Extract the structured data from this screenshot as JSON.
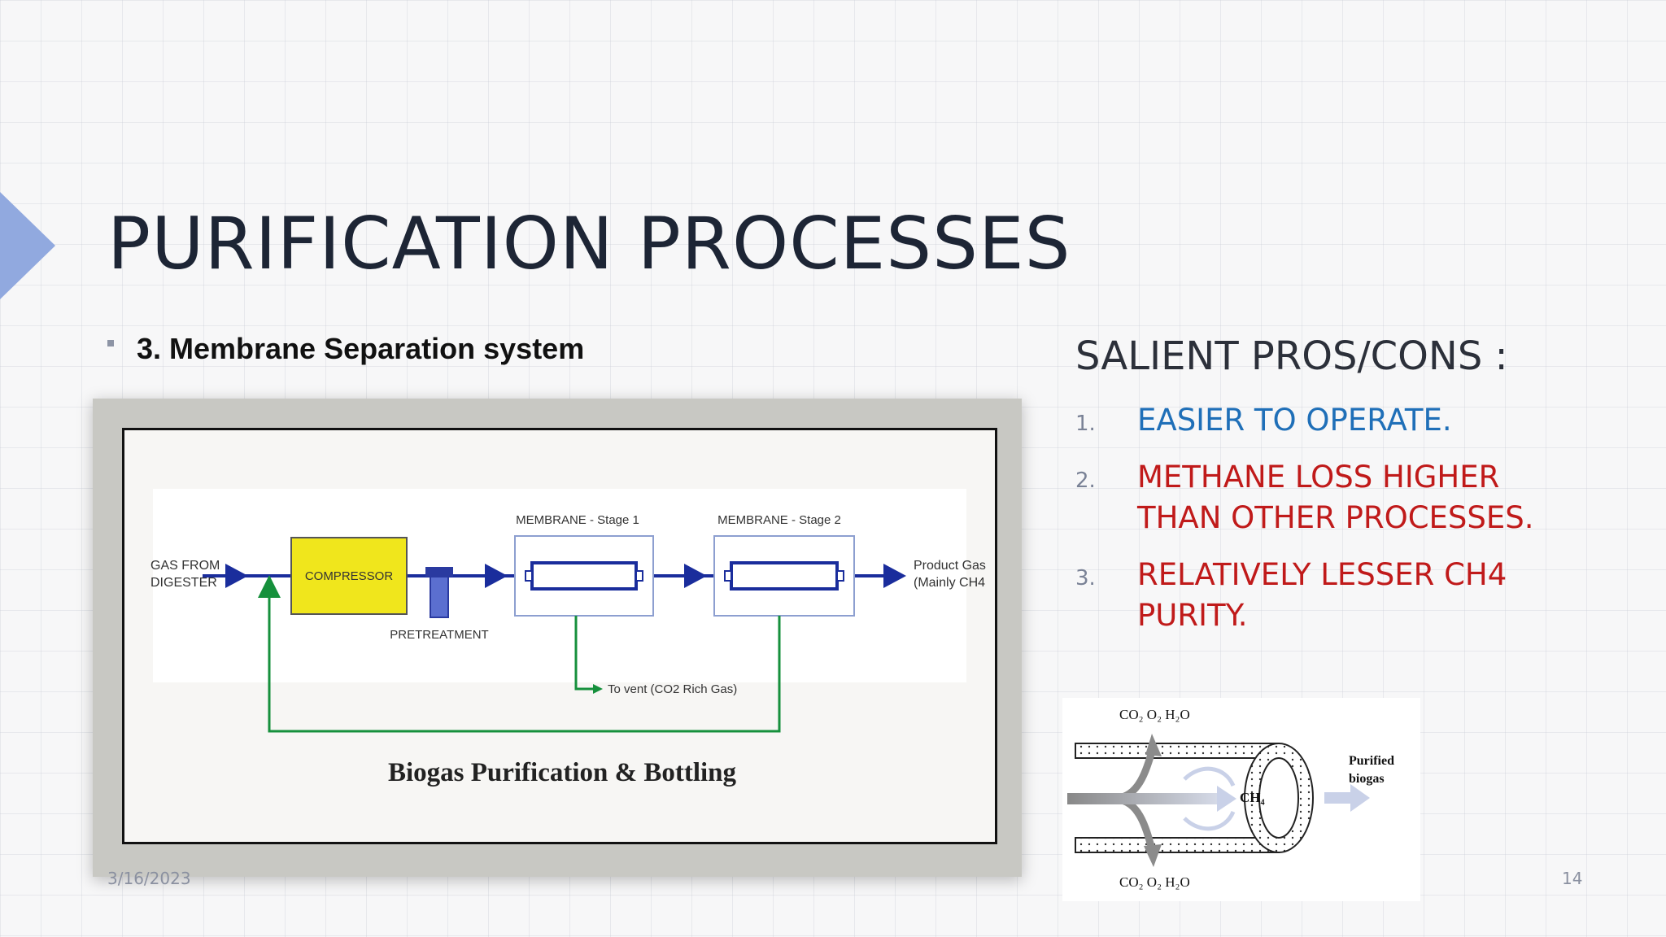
{
  "slide": {
    "title": "PURIFICATION PROCESSES",
    "bullet": "3. Membrane Separation system",
    "date": "3/16/2023",
    "page_number": "14",
    "accent_color": "#91a9df"
  },
  "process_diagram": {
    "inlet": [
      "GAS FROM",
      "DIGESTER"
    ],
    "compressor": "COMPRESSOR",
    "pretreatment": "PRETREATMENT",
    "stage1": "MEMBRANE - Stage 1",
    "stage2": "MEMBRANE - Stage 2",
    "product": [
      "Product Gas",
      "(Mainly CH4"
    ],
    "vent": "To vent (CO2 Rich Gas)",
    "caption": "Biogas Purification & Bottling",
    "colors": {
      "flow": "#1a2d9c",
      "recycle": "#16903c",
      "compressor": "#f0e61c"
    }
  },
  "pros_cons": {
    "heading": "SALIENT PROS/CONS :",
    "items": [
      {
        "num": "1.",
        "lines": [
          "EASIER TO OPERATE."
        ],
        "color": "#1f6fb8"
      },
      {
        "num": "2.",
        "lines": [
          "METHANE LOSS HIGHER",
          "THAN OTHER PROCESSES."
        ],
        "color": "#c01a1a"
      },
      {
        "num": "3.",
        "lines": [
          "RELATIVELY LESSER CH4",
          "PURITY."
        ],
        "color": "#c01a1a"
      }
    ]
  },
  "membrane_figure": {
    "top_label": "CO₂ O₂ H₂O",
    "bottom_label": "CO₂ O₂ H₂O",
    "ch4_label": "CH₄",
    "purified_label": [
      "Purified",
      "biogas"
    ]
  }
}
